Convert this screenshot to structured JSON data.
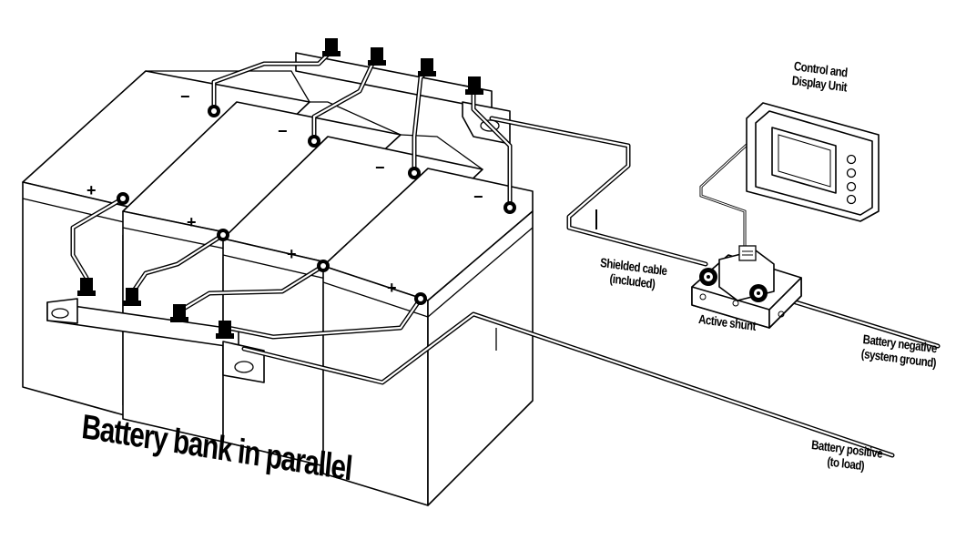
{
  "title": "Battery bank in parallel",
  "labels": {
    "control_unit": [
      "Control and",
      "Display Unit"
    ],
    "shielded_cable": [
      "Shielded cable",
      "(included)"
    ],
    "active_shunt": [
      "Active shunt"
    ],
    "battery_negative": [
      "Battery negative",
      "(system ground)"
    ],
    "battery_positive": [
      "Battery positive",
      "(to load)"
    ]
  },
  "battery_symbols": {
    "negative": "−",
    "positive": "+"
  }
}
